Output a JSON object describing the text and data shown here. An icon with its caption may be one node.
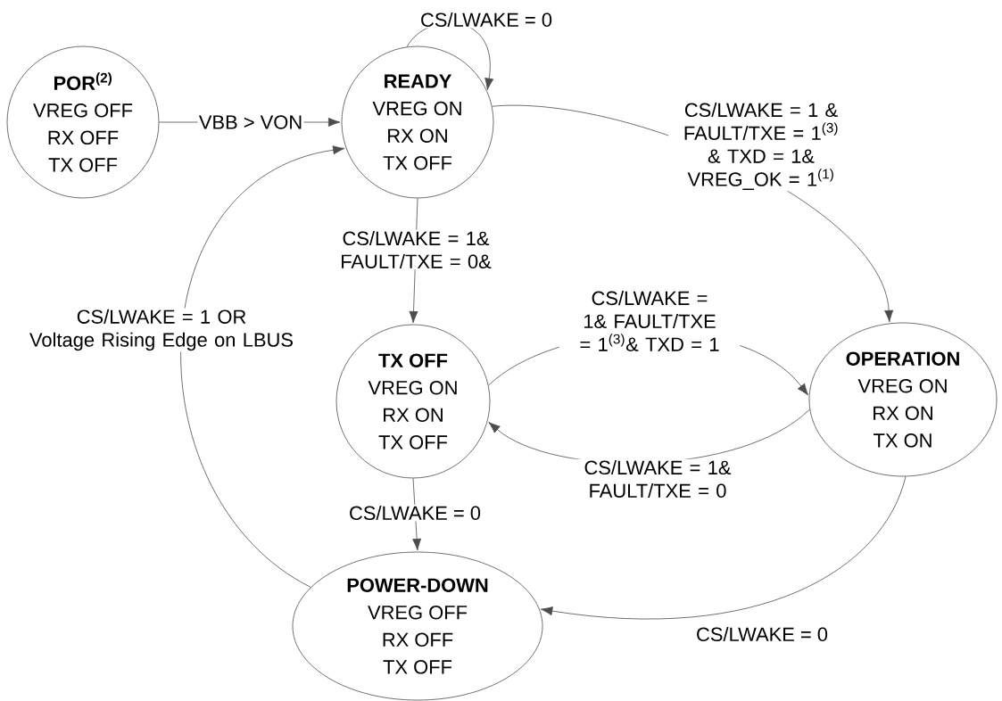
{
  "diagram": {
    "nodes": [
      {
        "text": [
          "POR$^{(2)}$",
          "VREG OFF",
          "RX OFF",
          "TX OFF"
        ]
      },
      {
        "text": [
          "READY",
          "VREG ON",
          "RX ON",
          "TX OFF"
        ]
      },
      {
        "text": [
          "TX OFF",
          "VREG ON",
          "RX ON",
          "TX OFF"
        ]
      },
      {
        "text": [
          "OPERATION",
          "VREG ON",
          "RX ON",
          "TX ON"
        ]
      },
      {
        "text": [
          "POWER-DOWN",
          "VREG OFF",
          "RX OFF",
          "TX OFF"
        ]
      }
    ],
    "edges": [
      {
        "from": 1,
        "to": 1,
        "arrow": "to",
        "label": "CS/LWAKE = 0"
      },
      {
        "from": 0,
        "to": 1,
        "arrow": "to",
        "label": "VBB > VON"
      },
      {
        "from": 1,
        "to": 3,
        "arrow": "to",
        "label": "CS/LWAKE = 1 & FAULT/TXE = 1$^{(3)}$ & TXD = 1& VREG_OK = 1$^{(1)}$"
      },
      {
        "from": 1,
        "to": 2,
        "arrow": "to",
        "label": "CS/LWAKE = 1& FAULT/TXE = 0&"
      },
      {
        "from": 2,
        "to": 3,
        "arrow": "to",
        "label": "CS/LWAKE = 1& FAULT/TXE = 1$^{(3)}$& TXD = 1"
      },
      {
        "from": 3,
        "to": 2,
        "arrow": "to",
        "label": "CS/LWAKE = 1& FAULT/TXE = 0"
      },
      {
        "from": 2,
        "to": 4,
        "arrow": "to",
        "label": "CS/LWAKE = 0"
      },
      {
        "from": 3,
        "to": 4,
        "arrow": "to",
        "label": "CS/LWAKE = 0"
      },
      {
        "from": 4,
        "to": 1,
        "arrow": "to",
        "label": "CS/LWAKE = 1 OR Voltage Rising Edge on LBUS"
      }
    ]
  }
}
